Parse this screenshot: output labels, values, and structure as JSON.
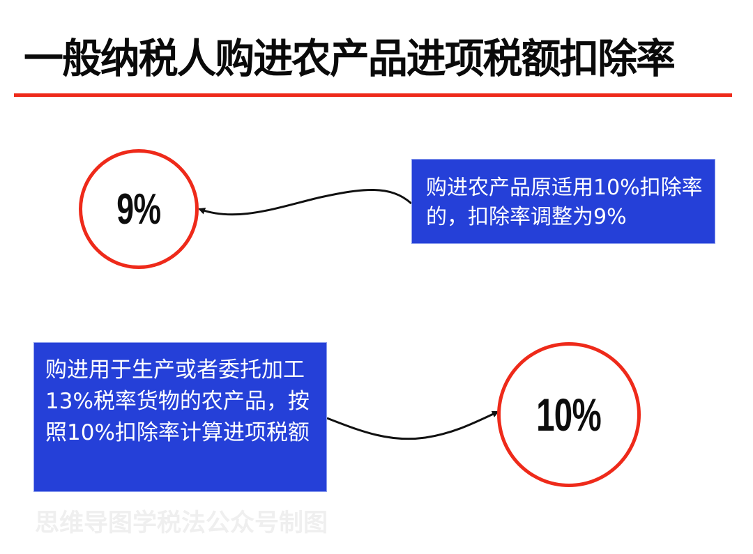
{
  "title": "一般纳税人购进农产品进项税额扣除率",
  "colors": {
    "accent_red": "#ee2a1a",
    "box_blue": "#2540d8",
    "text_dark": "#0a0a0a",
    "watermark_gray": "#efefef"
  },
  "nodes": [
    {
      "id": "rate-9",
      "shape": "circle",
      "label": "9%"
    },
    {
      "id": "desc-9",
      "shape": "box",
      "label": "购进农产品原适用10%扣除率的，扣除率调整为9%"
    },
    {
      "id": "desc-10",
      "shape": "box",
      "label": "购进用于生产或者委托加工13%税率货物的农产品，按照10%扣除率计算进项税额"
    },
    {
      "id": "rate-10",
      "shape": "circle",
      "label": "10%"
    }
  ],
  "edges": [
    {
      "from": "desc-9",
      "to": "rate-9"
    },
    {
      "from": "desc-10",
      "to": "rate-10"
    }
  ],
  "watermark": "思维导图学税法公众号制图"
}
